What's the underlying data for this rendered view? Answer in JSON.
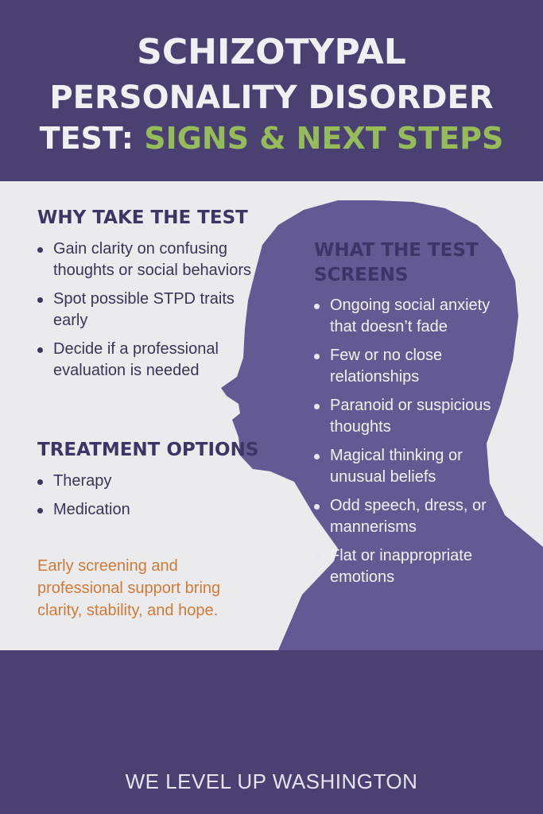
{
  "title": {
    "line1": "SCHIZOTYPAL",
    "line2": "PERSONALITY DISORDER",
    "line3_white": "TEST: ",
    "line3_green": "SIGNS & NEXT STEPS"
  },
  "why": {
    "heading": "WHY TAKE THE TEST",
    "items": [
      "Gain clarity on confusing thoughts or social behaviors",
      "Spot possible STPD traits early",
      "Decide if a professional evaluation is needed"
    ]
  },
  "treatment": {
    "heading": "TREATMENT OPTIONS",
    "items": [
      "Therapy",
      "Medication"
    ]
  },
  "note": "Early screening and professional support bring clarity, stability, and hope.",
  "screens": {
    "heading": "WHAT THE TEST SCREENS",
    "items": [
      "Ongoing social anxiety that doesn’t fade",
      "Few or no close relationships",
      "Paranoid or suspicious thoughts",
      "Magical thinking or unusual beliefs",
      "Odd speech, dress, or mannerisms",
      "Flat or inappropriate emotions"
    ]
  },
  "footer": "WE LEVEL UP WASHINGTON",
  "colors": {
    "header": "#4a4072",
    "head": "#635a93",
    "panel": "#ebebed",
    "accent_green": "#96bc5a",
    "accent_orange": "#d07a38"
  }
}
